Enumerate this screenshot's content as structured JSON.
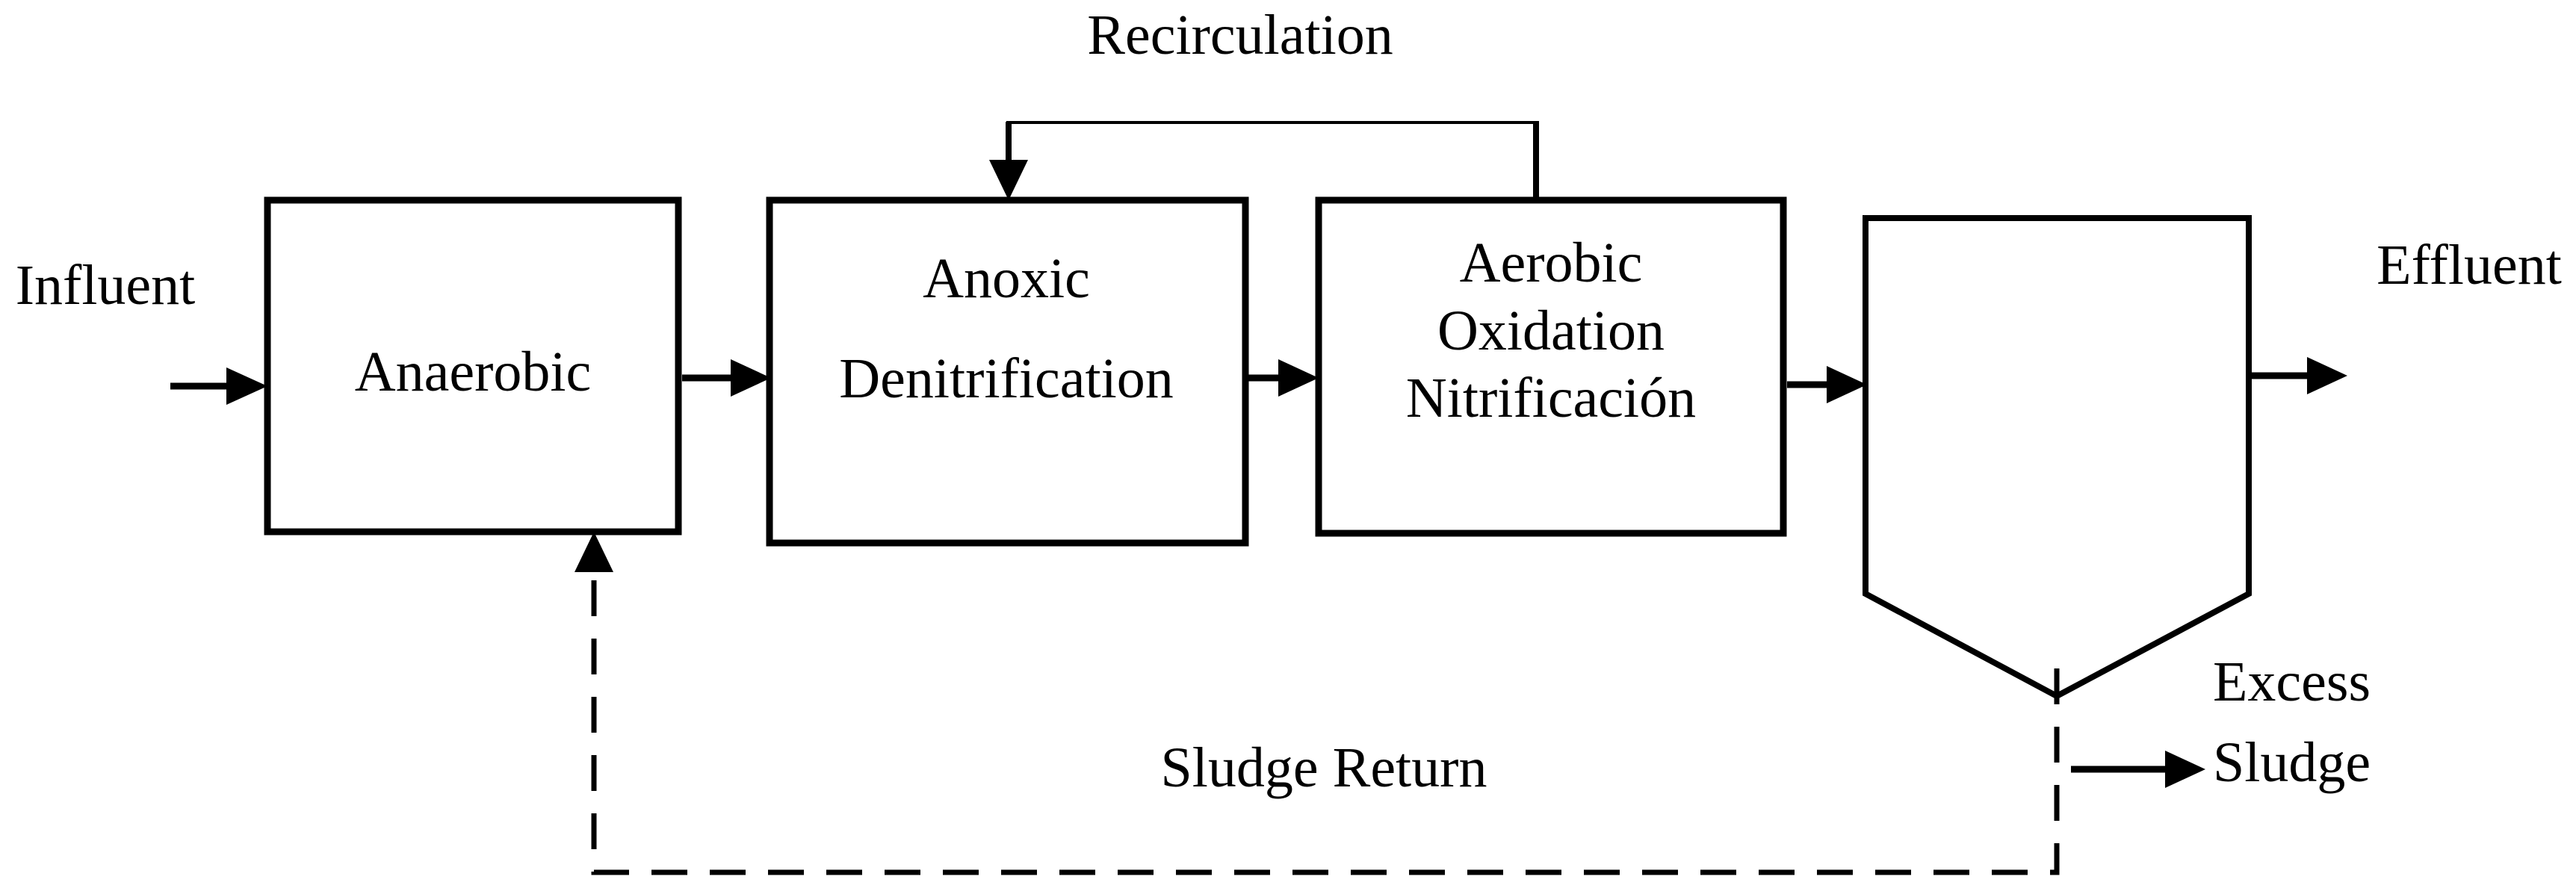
{
  "diagram": {
    "title_context": "Wastewater treatment process flow (A2O) diagram",
    "colors": {
      "background": "#ffffff",
      "line": "#000000",
      "text": "#000000"
    },
    "labels": {
      "influent": "Influent",
      "effluent": "Effluent",
      "recirculation": "Recirculation",
      "sludge_return": "Sludge Return",
      "excess_line1": "Excess",
      "excess_line2": "Sludge"
    },
    "boxes": [
      {
        "id": "anaerobic",
        "lines": {
          "0": "Anaerobic"
        }
      },
      {
        "id": "anoxic-denitrification",
        "lines": {
          "0": "Anoxic",
          "1": "Denitrification"
        }
      },
      {
        "id": "aerobic-oxidation-nitrification",
        "lines": {
          "0": "Aerobic",
          "1": "Oxidation",
          "2": "Nitrificación"
        }
      }
    ],
    "clarifier": {
      "id": "secondary-clarifier",
      "shape": "rectangle-with-v-bottom"
    },
    "flows": [
      {
        "from": "influent",
        "to": "anaerobic",
        "style": "solid-arrow"
      },
      {
        "from": "anaerobic",
        "to": "anoxic-denitrification",
        "style": "solid-arrow"
      },
      {
        "from": "anoxic-denitrification",
        "to": "aerobic-oxidation-nitrification",
        "style": "solid-arrow"
      },
      {
        "from": "aerobic-oxidation-nitrification",
        "to": "secondary-clarifier",
        "style": "solid-arrow"
      },
      {
        "from": "secondary-clarifier",
        "to": "effluent",
        "style": "solid-arrow"
      },
      {
        "from": "aerobic-oxidation-nitrification",
        "to": "anoxic-denitrification",
        "style": "solid-arrow",
        "label": "Recirculation",
        "route": "over-top"
      },
      {
        "from": "secondary-clarifier",
        "to": "anaerobic",
        "style": "dashed-arrow",
        "label": "Sludge Return",
        "route": "under-bottom"
      },
      {
        "from": "secondary-clarifier",
        "to": "excess-sludge",
        "style": "solid-arrow",
        "label": "Excess Sludge"
      }
    ]
  }
}
